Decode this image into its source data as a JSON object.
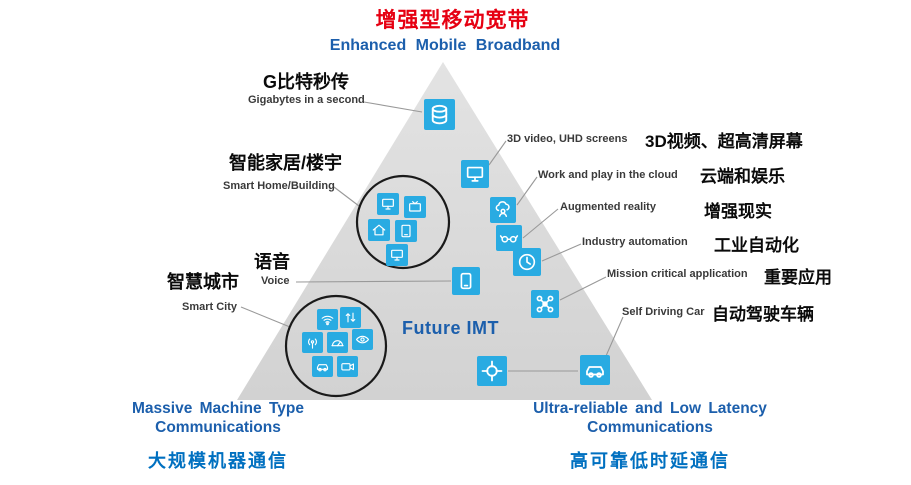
{
  "header": {
    "zh": "增强型移动宽带",
    "en": "Enhanced Mobile Broadband"
  },
  "center": {
    "label": "Future IMT"
  },
  "left_items": [
    {
      "zh": "G比特秒传",
      "en": "Gigabytes in a second"
    },
    {
      "zh": "智能家居/楼宇",
      "en": "Smart Home/Building"
    },
    {
      "zh": "语音",
      "en": "Voice"
    },
    {
      "zh": "智慧城市",
      "en": "Smart City"
    }
  ],
  "right_items": [
    {
      "en": "3D video, UHD screens",
      "zh": "3D视频、超高清屏幕"
    },
    {
      "en": "Work and play in the cloud",
      "zh": "云端和娱乐"
    },
    {
      "en": "Augmented reality",
      "zh": "增强现实"
    },
    {
      "en": "Industry automation",
      "zh": "工业自动化"
    },
    {
      "en": "Mission critical  application",
      "zh": "重要应用"
    },
    {
      "en": "Self Driving Car",
      "zh": "自动驾驶车辆"
    }
  ],
  "corners": {
    "bottom_left": {
      "en_line1": "Massive Machine Type",
      "en_line2": "Communications",
      "zh": "大规模机器通信"
    },
    "bottom_right": {
      "en_line1": "Ultra-reliable and Low Latency",
      "en_line2": "Communications",
      "zh": "高可靠低时延通信"
    }
  },
  "colors": {
    "red_title": "#e60012",
    "blue_text": "#1c5fac",
    "blue_zh": "#0070c0",
    "icon_cyan": "#29abe2",
    "triangle_gray": "#d9d9d9",
    "line_gray": "#999999"
  },
  "icons": {
    "main": [
      "database",
      "uhd-monitor",
      "cloud-user",
      "ar-glasses",
      "clock",
      "smartphone",
      "drone",
      "crosshair",
      "car"
    ],
    "smart_home_cluster": [
      "monitor",
      "tv",
      "house",
      "tablet",
      "monitor"
    ],
    "smart_city_cluster": [
      "wifi",
      "arrows",
      "antenna",
      "gauge",
      "eye",
      "car",
      "camera"
    ]
  }
}
